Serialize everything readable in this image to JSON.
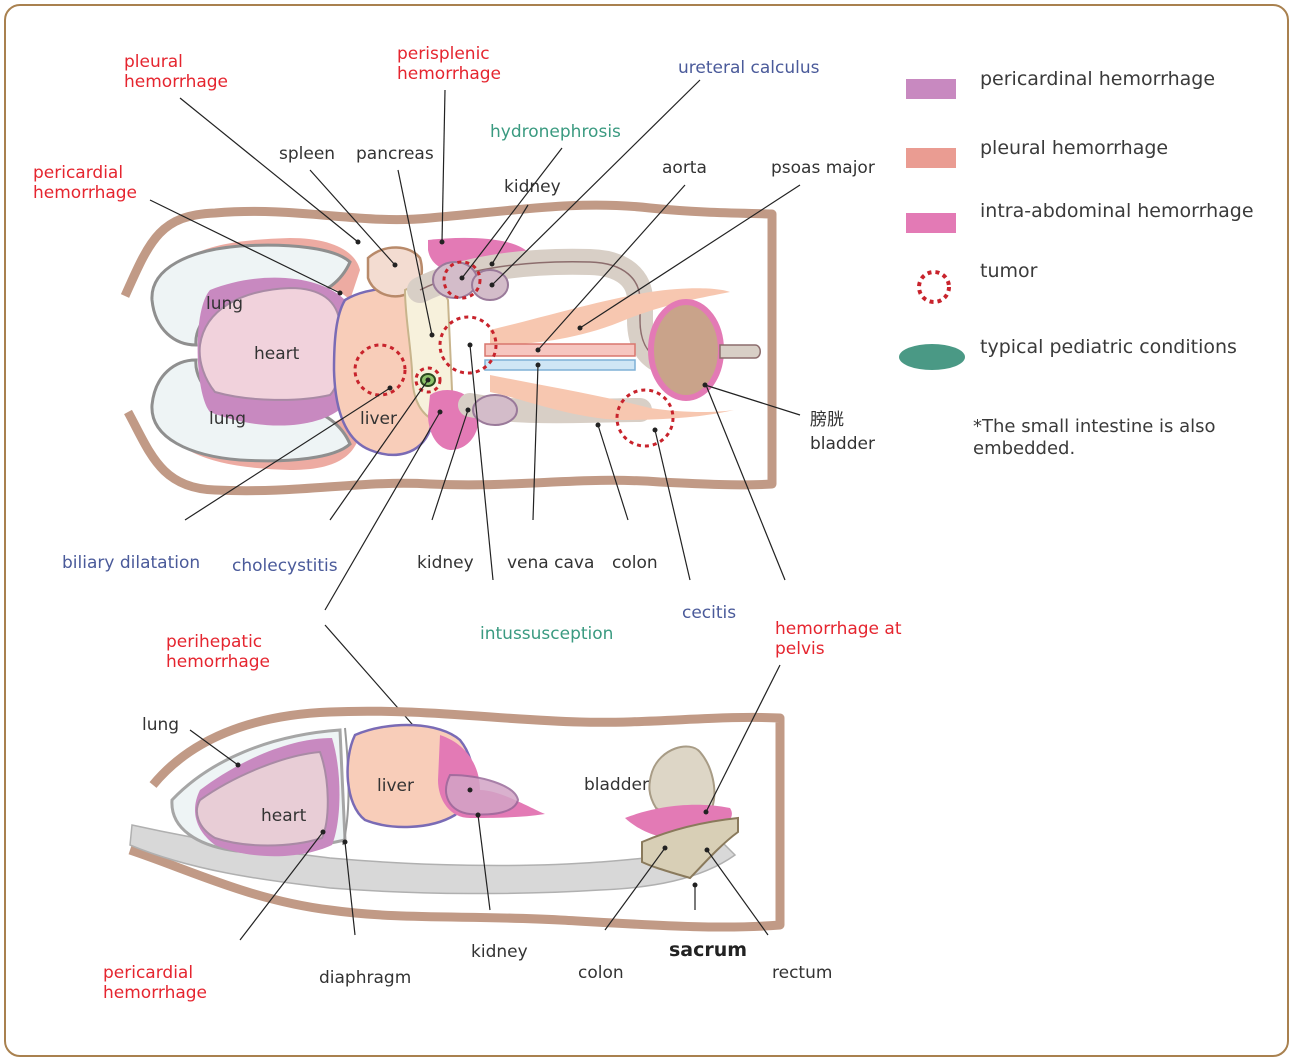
{
  "colors": {
    "frame": "#a9814f",
    "body_wall": "#c19a86",
    "pericardial_hemorrhage": "#c889c0",
    "pleural_hemorrhage": "#ea9c92",
    "intra_abdominal_hemorrhage": "#e37ab5",
    "tumor": "#c8232c",
    "pediatric": "#4a9985",
    "label_red": "#e5252f",
    "label_blue": "#4a5a9a",
    "label_teal": "#3a9a80"
  },
  "legend": [
    {
      "label": "pericardinal hemorrhage",
      "icon": "purple-swatch"
    },
    {
      "label": "pleural hemorrhage",
      "icon": "salmon-swatch"
    },
    {
      "label": "intra-abdominal hemorrhage",
      "icon": "pink-swatch"
    },
    {
      "label": "tumor",
      "icon": "dotted-circle"
    },
    {
      "label": "typical pediatric conditions",
      "icon": "teal-ellipse"
    }
  ],
  "note": "*The small intestine is also\n embedded.",
  "top_view": {
    "organs": {
      "lung_upper": "lung",
      "heart": "heart",
      "lung_lower": "lung",
      "liver": "liver"
    },
    "labels": {
      "pleural_hemorrhage": "pleural\nhemorrhage",
      "perisplenic_hemorrhage": "perisplenic\nhemorrhage",
      "ureteral_calculus": "ureteral calculus",
      "hydronephrosis": "hydronephrosis",
      "pericardial_hemorrhage": "pericardial\nhemorrhage",
      "spleen": "spleen",
      "pancreas": "pancreas",
      "kidney_top": "kidney",
      "aorta": "aorta",
      "psoas_major": "psoas major",
      "bladder_jp": "膀胱",
      "bladder": "bladder",
      "biliary_dilatation": "biliary dilatation",
      "cholecystitis": "cholecystitis",
      "kidney_bottom": "kidney",
      "vena_cava": "vena cava",
      "colon": "colon",
      "intussusception": "intussusception",
      "cecitis": "cecitis",
      "hemorrhage_at_pelvis": "hemorrhage at\npelvis",
      "perihepatic_hemorrhage": "perihepatic\nhemorrhage"
    }
  },
  "side_view": {
    "organs": {
      "heart": "heart",
      "liver": "liver"
    },
    "labels": {
      "lung": "lung",
      "bladder": "bladder",
      "pericardial_hemorrhage": "pericardial\nhemorrhage",
      "diaphragm": "diaphragm",
      "kidney": "kidney",
      "colon": "colon",
      "sacrum": "sacrum",
      "rectum": "rectum"
    }
  }
}
